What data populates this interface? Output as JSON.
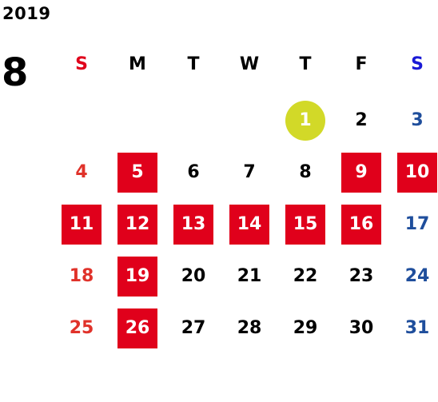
{
  "calendar": {
    "year": "2019",
    "month": "8",
    "weekdays": [
      {
        "label": "S",
        "color": "#e0001b"
      },
      {
        "label": "M",
        "color": "#000000"
      },
      {
        "label": "T",
        "color": "#000000"
      },
      {
        "label": "W",
        "color": "#000000"
      },
      {
        "label": "T",
        "color": "#000000"
      },
      {
        "label": "F",
        "color": "#000000"
      },
      {
        "label": "S",
        "color": "#1a1ad6"
      }
    ],
    "colors": {
      "holiday_box": "#e0001b",
      "today_circle": "#d2d928",
      "sunday_text": "#e0322a",
      "saturday_text": "#1f4e9c",
      "weekday_text": "#000000"
    },
    "weeks": [
      [
        {
          "day": "",
          "style": "empty"
        },
        {
          "day": "",
          "style": "empty"
        },
        {
          "day": "",
          "style": "empty"
        },
        {
          "day": "",
          "style": "empty"
        },
        {
          "day": "1",
          "style": "today"
        },
        {
          "day": "2",
          "style": "black"
        },
        {
          "day": "3",
          "style": "blue"
        }
      ],
      [
        {
          "day": "4",
          "style": "red"
        },
        {
          "day": "5",
          "style": "boxed"
        },
        {
          "day": "6",
          "style": "black"
        },
        {
          "day": "7",
          "style": "black"
        },
        {
          "day": "8",
          "style": "black"
        },
        {
          "day": "9",
          "style": "boxed"
        },
        {
          "day": "10",
          "style": "boxed"
        }
      ],
      [
        {
          "day": "11",
          "style": "boxed"
        },
        {
          "day": "12",
          "style": "boxed"
        },
        {
          "day": "13",
          "style": "boxed"
        },
        {
          "day": "14",
          "style": "boxed"
        },
        {
          "day": "15",
          "style": "boxed"
        },
        {
          "day": "16",
          "style": "boxed"
        },
        {
          "day": "17",
          "style": "blue"
        }
      ],
      [
        {
          "day": "18",
          "style": "red"
        },
        {
          "day": "19",
          "style": "boxed"
        },
        {
          "day": "20",
          "style": "black"
        },
        {
          "day": "21",
          "style": "black"
        },
        {
          "day": "22",
          "style": "black"
        },
        {
          "day": "23",
          "style": "black"
        },
        {
          "day": "24",
          "style": "blue"
        }
      ],
      [
        {
          "day": "25",
          "style": "red"
        },
        {
          "day": "26",
          "style": "boxed"
        },
        {
          "day": "27",
          "style": "black"
        },
        {
          "day": "28",
          "style": "black"
        },
        {
          "day": "29",
          "style": "black"
        },
        {
          "day": "30",
          "style": "black"
        },
        {
          "day": "31",
          "style": "blue"
        }
      ]
    ]
  }
}
